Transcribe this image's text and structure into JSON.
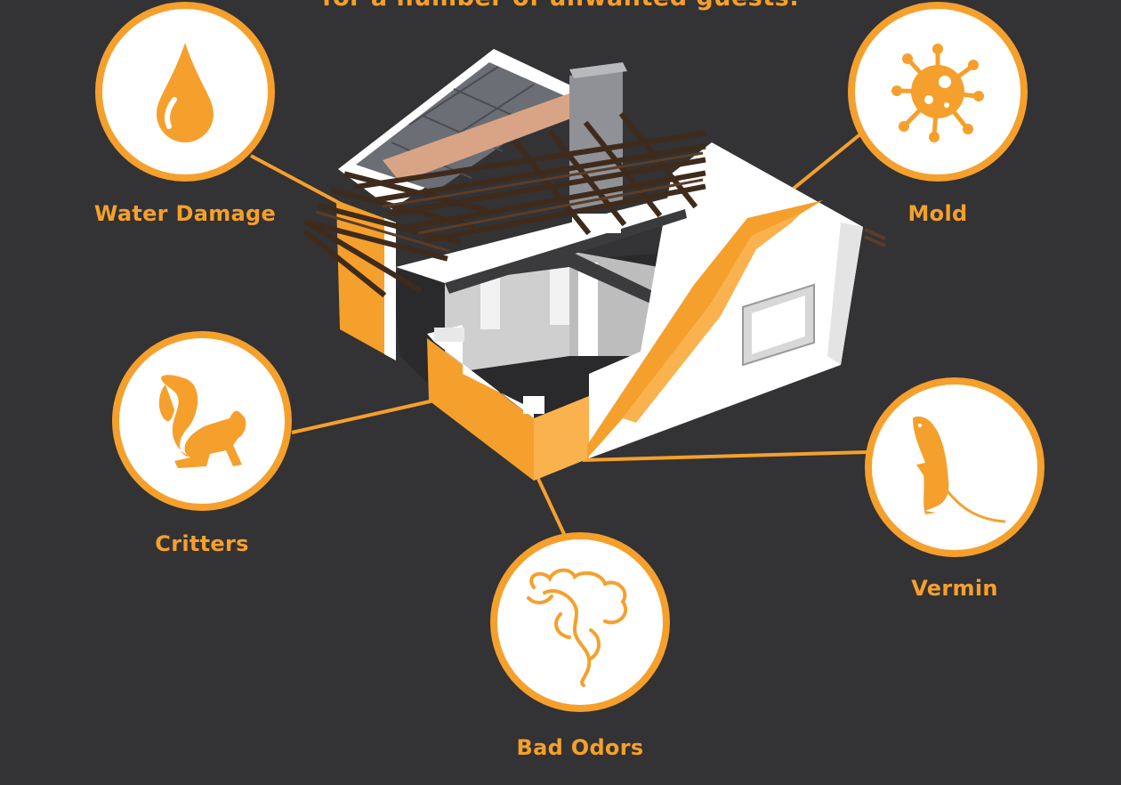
{
  "intro_text": "for a number of unwanted guests.",
  "colors": {
    "background": "#333234",
    "accent": "#F5A02C",
    "circle_fill": "#FFFFFF"
  },
  "hazards": [
    {
      "label": "Water Damage",
      "icon": "water-drop-icon"
    },
    {
      "label": "Mold",
      "icon": "mold-spore-icon"
    },
    {
      "label": "Critters",
      "icon": "squirrel-icon"
    },
    {
      "label": "Vermin",
      "icon": "rat-icon"
    },
    {
      "label": "Bad Odors",
      "icon": "odor-smoke-icon"
    }
  ],
  "center_illustration": "house-cutaway-illustration"
}
